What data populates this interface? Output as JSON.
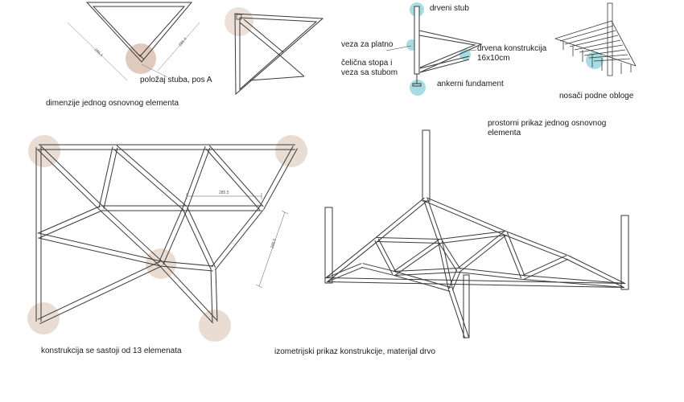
{
  "colors": {
    "line": "#3a3a3a",
    "beam_fill": "#ffffff",
    "peach": "#e9dcd2",
    "peach_dark": "#d8c2b2",
    "teal": "#a8dce3",
    "text": "#1a1a1a"
  },
  "labels": {
    "position_a": "položaj stuba, pos A",
    "dimensions": "dimenzije jednog osnovnog elementa",
    "wood_post": "drveni stub",
    "canvas_joint": "veza za platno",
    "wood_structure_line1": "drvena konstrukcija",
    "wood_structure_line2": "16x10cm",
    "steel_foot_line1": "čelična stopa i",
    "steel_foot_line2": "veza sa stubom",
    "anchor_foundation": "ankerni fundament",
    "floor_supports": "nosači podne obloge",
    "spatial_view": "prostorni prikaz jednog osnovnog elementa",
    "thirteen_elements": "konstrukcija se sastoji od 13 elemenata",
    "isometric_view": "izometrijski prikaz konstrukcije, materijal drvo"
  },
  "dimension_marks": {
    "d1": "286.4",
    "d2": "286.4",
    "d3": "285.5",
    "d4": "285.5"
  }
}
